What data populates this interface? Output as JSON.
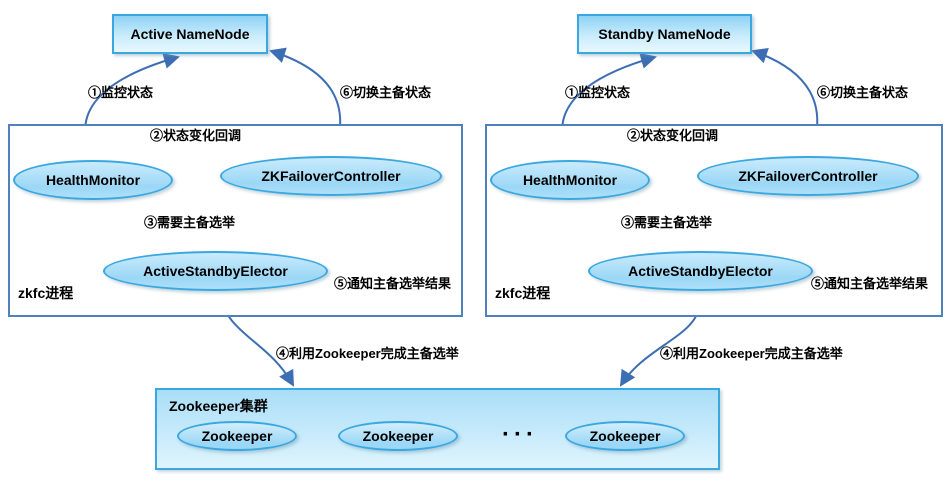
{
  "left": {
    "namenode_label": "Active NameNode",
    "process_label": "zkfc进程",
    "nodes": {
      "health_monitor": "HealthMonitor",
      "zk_failover_controller": "ZKFailoverController",
      "active_standby_elector": "ActiveStandbyElector"
    },
    "edges": {
      "monitor_status": "①监控状态",
      "state_change_callback": "②状态变化回调",
      "need_election": "③需要主备选举",
      "use_zookeeper": "④利用Zookeeper完成主备选举",
      "notify_election_result": "⑤通知主备选举结果",
      "switch_active_standby": "⑥切换主备状态"
    }
  },
  "right": {
    "namenode_label": "Standby NameNode",
    "process_label": "zkfc进程",
    "nodes": {
      "health_monitor": "HealthMonitor",
      "zk_failover_controller": "ZKFailoverController",
      "active_standby_elector": "ActiveStandbyElector"
    },
    "edges": {
      "monitor_status": "①监控状态",
      "state_change_callback": "②状态变化回调",
      "need_election": "③需要主备选举",
      "use_zookeeper": "④利用Zookeeper完成主备选举",
      "notify_election_result": "⑤通知主备选举结果",
      "switch_active_standby": "⑥切换主备状态"
    }
  },
  "zookeeper_cluster": {
    "label": "Zookeeper集群",
    "ellipsis": "···",
    "nodes": [
      "Zookeeper",
      "Zookeeper",
      "Zookeeper"
    ]
  },
  "colors": {
    "arrow": "#3d6eb4",
    "node_border": "#3aa7e0",
    "container_border": "#4f81bd"
  }
}
